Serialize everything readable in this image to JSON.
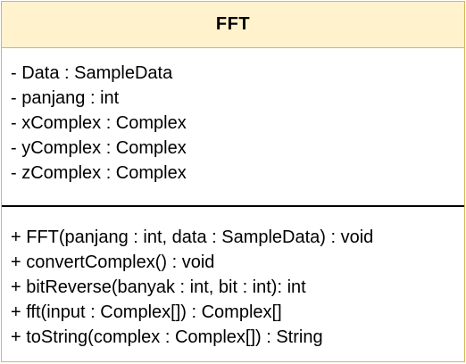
{
  "class": {
    "name": "FFT",
    "attributes": [
      "- Data : SampleData",
      "- panjang : int",
      "- xComplex : Complex",
      "- yComplex : Complex",
      "- zComplex : Complex"
    ],
    "operations": [
      "+ FFT(panjang : int, data : SampleData) : void",
      "+ convertComplex() : void",
      "+ bitReverse(banyak : int, bit : int): int",
      "+ fft(input : Complex[]) : Complex[]",
      "+ toString(complex : Complex[]) : String"
    ]
  },
  "colors": {
    "header_fill": "#fff2cc",
    "border": "#d6b656",
    "divider": "#000000"
  }
}
